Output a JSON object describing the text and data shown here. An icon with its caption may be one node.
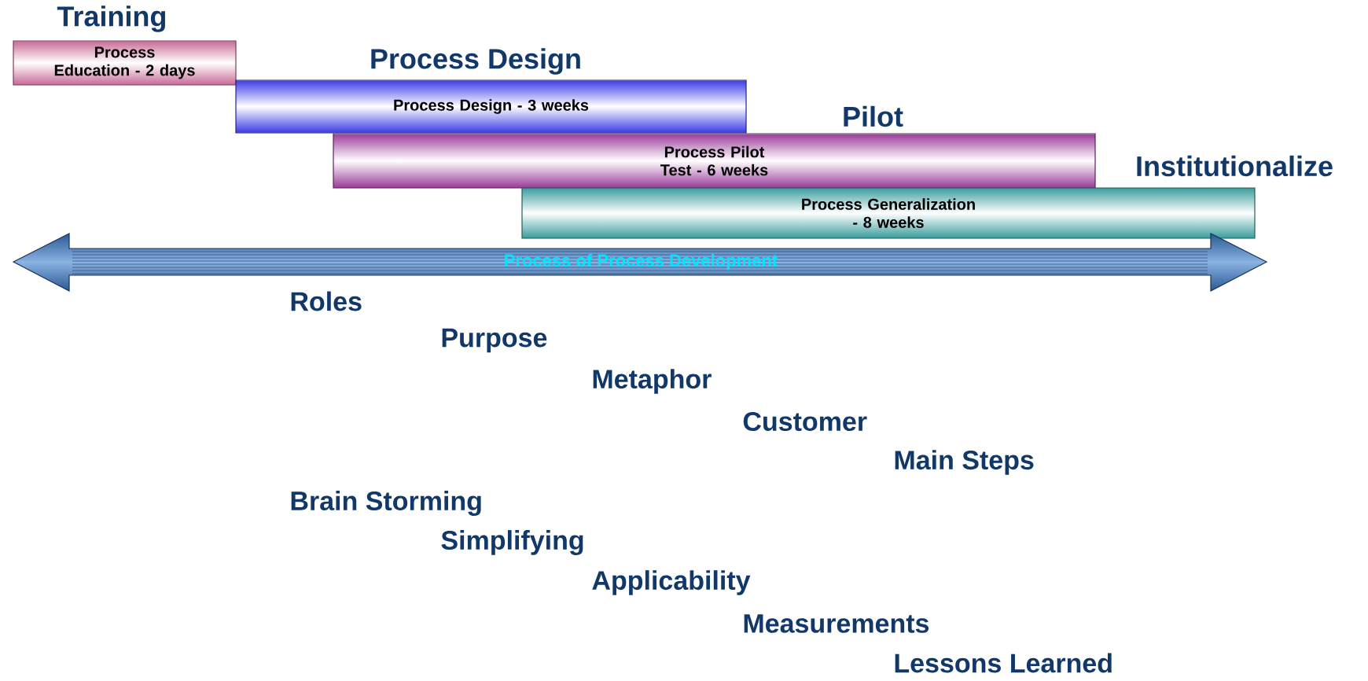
{
  "diagram": {
    "nodes": [
      {
        "text": [
          "Training",
          "Process Education - 2 days"
        ]
      },
      {
        "text": [
          "Process Design",
          "Process Design - 3 weeks"
        ]
      },
      {
        "text": [
          "Pilot",
          "Process Pilot Test - 6 weeks"
        ]
      },
      {
        "text": [
          "Institutionalize",
          "Process Generalization - 8 weeks"
        ]
      },
      {
        "text": [
          "Process of Process Development"
        ]
      }
    ],
    "labels": [
      "Roles",
      "Purpose",
      "Metaphor",
      "Customer",
      "Main Steps",
      "Brain Storming",
      "Simplifying",
      "Applicability",
      "Measurements",
      "Lessons Learned"
    ]
  }
}
